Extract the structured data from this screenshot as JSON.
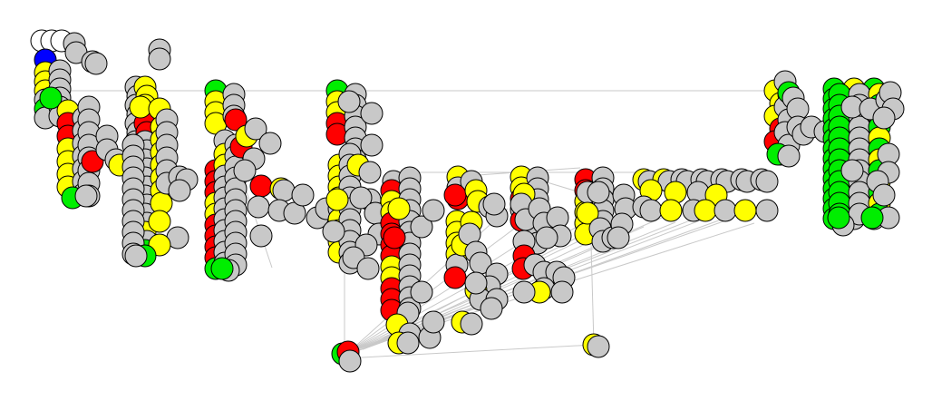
{
  "diagram": {
    "type": "network-graph",
    "colors": {
      "background": "#ffffff",
      "edge": "#c9c9c9",
      "node_outline": "#000000",
      "node_grey": "#c8c8c8",
      "node_yellow": "#ffff00",
      "node_red": "#ff0000",
      "node_green": "#00ee00",
      "node_blue": "#0000ff",
      "node_white": "#ffffff"
    },
    "node_color_names": [
      "grey",
      "yellow",
      "red",
      "green",
      "blue",
      "white"
    ],
    "labels": []
  }
}
